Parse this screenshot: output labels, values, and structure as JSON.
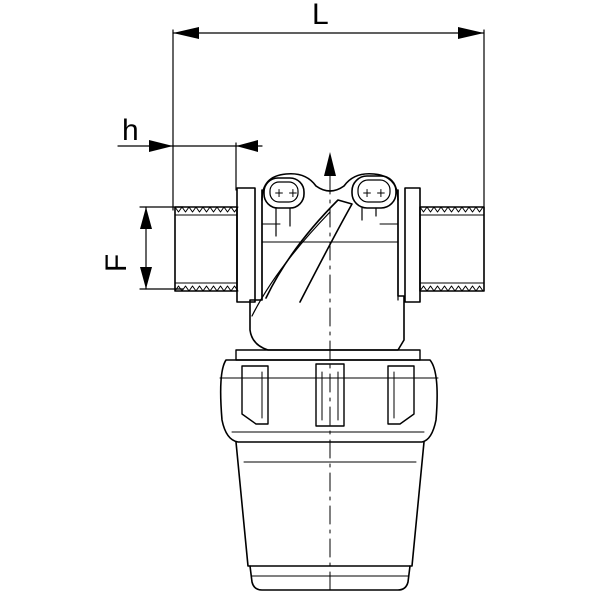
{
  "dimensions": {
    "overall_length": "L",
    "offset": "h",
    "thread_height": "F"
  },
  "port_marks": {
    "left": "+ +",
    "right": "+ +"
  },
  "colors": {
    "line": "#000000",
    "background": "#ffffff"
  }
}
